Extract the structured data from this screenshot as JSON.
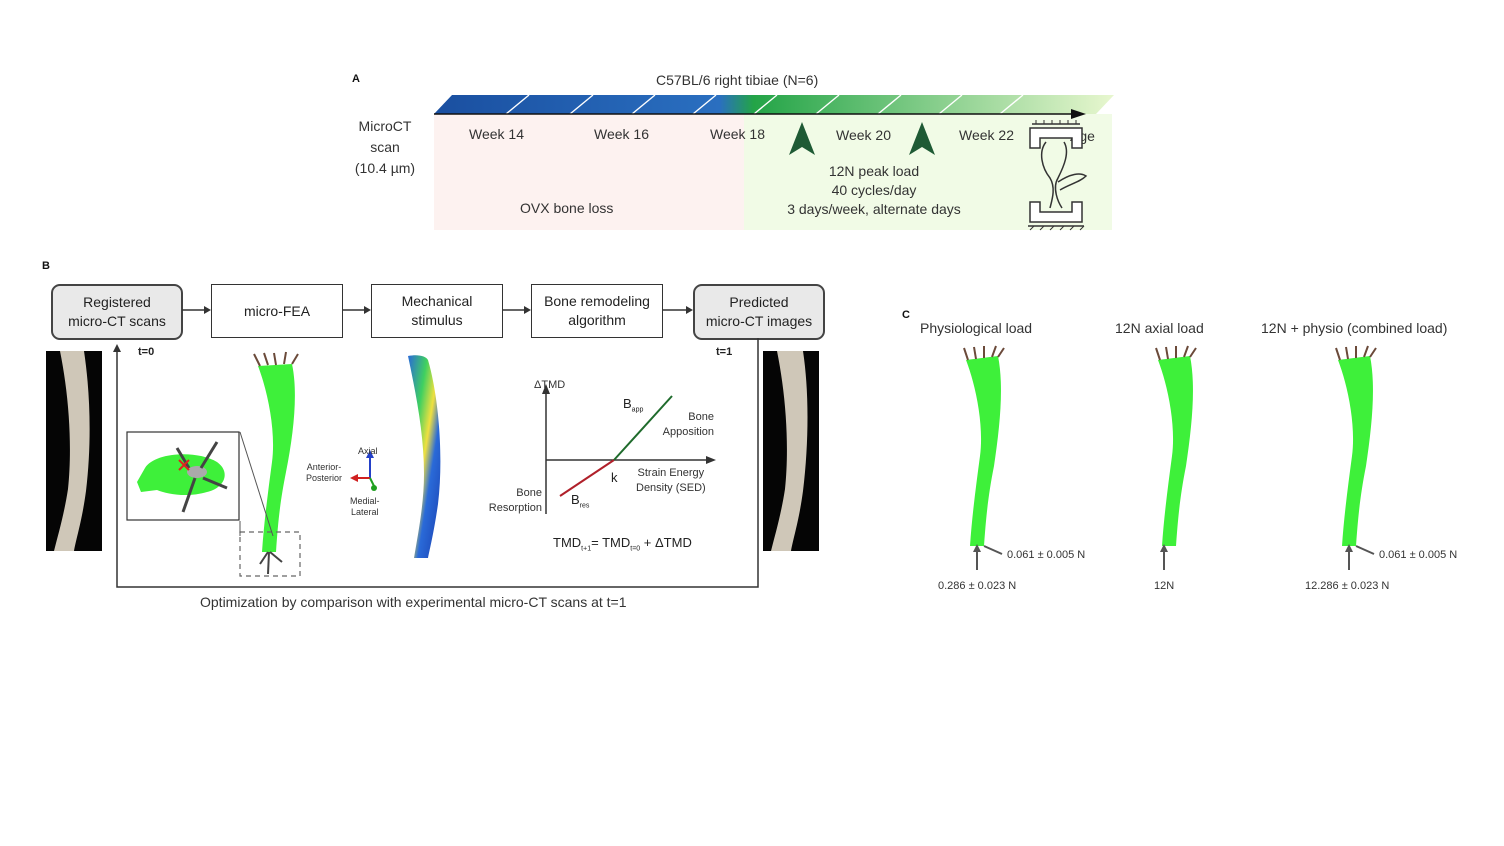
{
  "panelA": {
    "letter": "A",
    "title": "C57BL/6 right tibiae (N=6)",
    "scan_label": [
      "MicroCT",
      "scan",
      "(10.4 µm)"
    ],
    "weeks": [
      "Week 14",
      "Week 16",
      "Week 18",
      "Week 20",
      "Week 22"
    ],
    "age_label": "Age",
    "ovx_text": "OVX bone loss",
    "loading_lines": [
      "12N peak load",
      "40 cycles/day",
      "3 days/week, alternate days"
    ],
    "colors": {
      "blue": "#1a56a8",
      "green": "#2fa84f",
      "pink_bg": "#fdf2f0",
      "green_bg": "#f1fbe6"
    }
  },
  "panelB": {
    "letter": "B",
    "boxes": [
      "Registered\nmicro-CT scans",
      "micro-FEA",
      "Mechanical\nstimulus",
      "Bone remodeling\nalgorithm",
      "Predicted\nmicro-CT images"
    ],
    "t0": "t=0",
    "t1": "t=1",
    "axes_labels": {
      "axial": "Axial",
      "ap": "Anterior-\nPosterior",
      "ml": "Medial-\nLateral"
    },
    "graph": {
      "ylabel": "ΔTMD",
      "xlabel": "Strain Energy\nDensity (SED)",
      "apposition": "Bone\nApposition",
      "resorption": "Bone\nResorption",
      "b_app": "B",
      "b_app_sub": "app",
      "b_res": "B",
      "b_res_sub": "res",
      "k": "k",
      "formula": {
        "lhs": "TMD",
        "lhs_sub": "t+1",
        "eq": "= TMD",
        "rhs_sub": "t=0",
        "tail": " + ΔTMD"
      }
    },
    "optimization": "Optimization by comparison with experimental micro-CT scans at t=1",
    "colors": {
      "bone_green": "#3ef03a",
      "app_line": "#1f6b2c",
      "res_line": "#b0202a"
    }
  },
  "panelC": {
    "letter": "C",
    "cases": [
      {
        "title": "Physiological load",
        "side": "0.061 ± 0.005 N",
        "bottom": "0.286 ± 0.023 N"
      },
      {
        "title": "12N axial load",
        "side": "",
        "bottom": "12N"
      },
      {
        "title": "12N + physio (combined load)",
        "side": "0.061 ± 0.005 N",
        "bottom": "12.286 ± 0.023 N"
      }
    ]
  }
}
